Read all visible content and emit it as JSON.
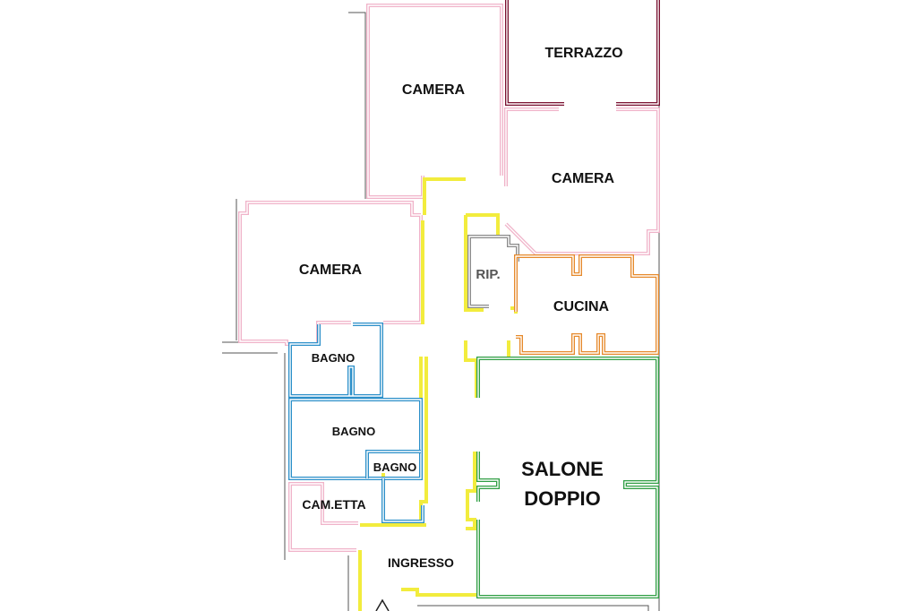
{
  "plan": {
    "rooms": {
      "terrazzo": "TERRAZZO",
      "camera_top": "CAMERA",
      "camera_right": "CAMERA",
      "camera_left": "CAMERA",
      "ripostiglio": "RIP.",
      "cucina": "CUCINA",
      "bagno_1": "BAGNO",
      "bagno_2": "BAGNO",
      "bagno_3": "BAGNO",
      "salone_line1": "SALONE",
      "salone_line2": "DOPPIO",
      "cameretta": "CAM.ETTA",
      "ingresso": "INGRESSO"
    },
    "colors": {
      "camera": "#f0b3c9",
      "terrazzo": "#7a1030",
      "corridor": "#f2ec3d",
      "ripostiglio": "#8a8a8a",
      "cucina": "#e6892b",
      "bagno": "#2b8fc9",
      "salone": "#2f9e44"
    }
  }
}
